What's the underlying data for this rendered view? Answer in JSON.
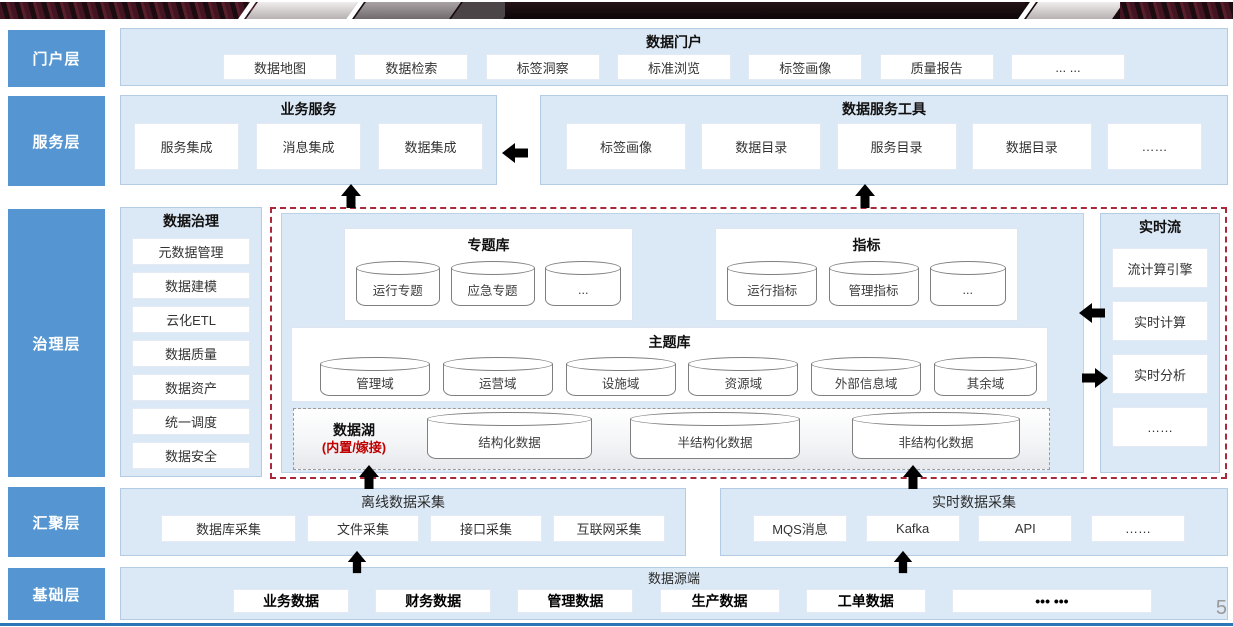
{
  "page": {
    "number": "5"
  },
  "colors": {
    "layer_label_blue": "#5596d2",
    "panel_blue": "#dbe8f5",
    "arrow_blue": "#4d86c3",
    "dashed_red": "#a8293a",
    "datalake_accent_red": "#c00000",
    "bottom_line_blue": "#2e75b6"
  },
  "layers": {
    "portal": {
      "label": "门户层",
      "title": "数据门户",
      "items": [
        "数据地图",
        "数据检索",
        "标签洞察",
        "标准浏览",
        "标签画像",
        "质量报告",
        "... ..."
      ]
    },
    "service": {
      "label": "服务层",
      "business": {
        "title": "业务服务",
        "items": [
          "服务集成",
          "消息集成",
          "数据集成"
        ]
      },
      "tools": {
        "title": "数据服务工具",
        "items": [
          "标签画像",
          "数据目录",
          "服务目录",
          "数据目录",
          "……"
        ]
      }
    },
    "governance": {
      "label": "治理层",
      "data_governance": {
        "title": "数据治理",
        "items": [
          "元数据管理",
          "数据建模",
          "云化ETL",
          "数据质量",
          "数据资产",
          "统一调度",
          "数据安全"
        ]
      },
      "thematic": {
        "title": "专题库",
        "cylinders": [
          "运行专题",
          "应急专题",
          "..."
        ]
      },
      "indicators": {
        "title": "指标",
        "cylinders": [
          "运行指标",
          "管理指标",
          "..."
        ]
      },
      "theme": {
        "title": "主题库",
        "cylinders": [
          "管理域",
          "运营域",
          "设施域",
          "资源域",
          "外部信息域",
          "其余域"
        ]
      },
      "datalake": {
        "title": "数据湖",
        "subtitle": "(内置/嫁接)",
        "cylinders": [
          "结构化数据",
          "半结构化数据",
          "非结构化数据"
        ]
      },
      "realtime_stream": {
        "title": "实时流",
        "items": [
          "流计算引擎",
          "实时计算",
          "实时分析",
          "……"
        ]
      }
    },
    "aggregation": {
      "label": "汇聚层",
      "offline": {
        "title": "离线数据采集",
        "items": [
          "数据库采集",
          "文件采集",
          "接口采集",
          "互联网采集"
        ]
      },
      "realtime": {
        "title": "实时数据采集",
        "items": [
          "MQS消息",
          "Kafka",
          "API",
          "……"
        ]
      }
    },
    "base": {
      "label": "基础层",
      "title": "数据源端",
      "items": [
        "业务数据",
        "财务数据",
        "管理数据",
        "生产数据",
        "工单数据",
        "••• •••"
      ]
    }
  }
}
